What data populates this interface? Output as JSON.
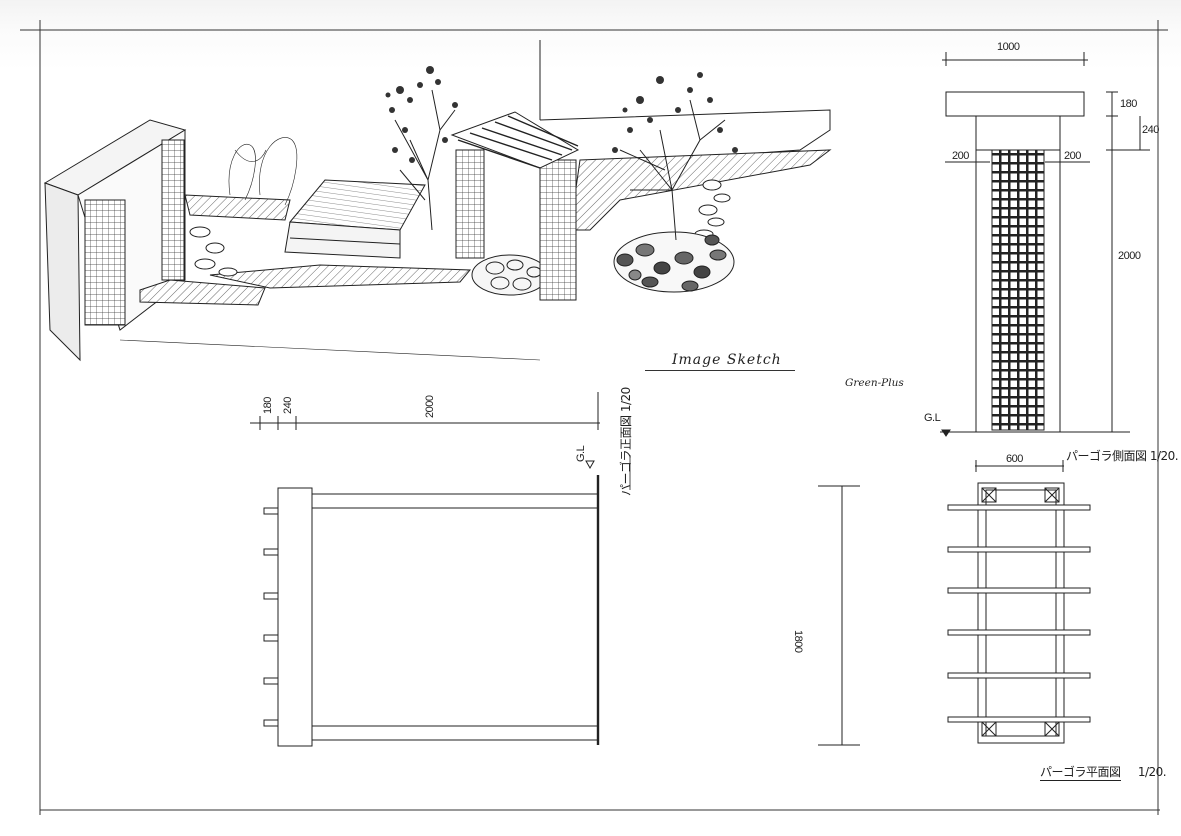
{
  "sketch": {
    "title": "Image Sketch",
    "brand": "Green-Plus"
  },
  "front_elevation": {
    "caption": "パーゴラ正面図 1/20",
    "gl_label": "G.L",
    "dims": {
      "d180": "180",
      "d240": "240",
      "d2000": "2000"
    }
  },
  "side_elevation": {
    "caption": "パーゴラ側面図 1/20.",
    "gl_label": "G.L",
    "dims": {
      "d1000": "1000",
      "d180": "180",
      "d240": "240",
      "d200_left": "200",
      "d200_right": "200",
      "d2000": "2000"
    }
  },
  "plan": {
    "caption": "パーゴラ平面図",
    "scale": "1/20.",
    "dims": {
      "d600": "600",
      "d1800": "1800"
    }
  }
}
